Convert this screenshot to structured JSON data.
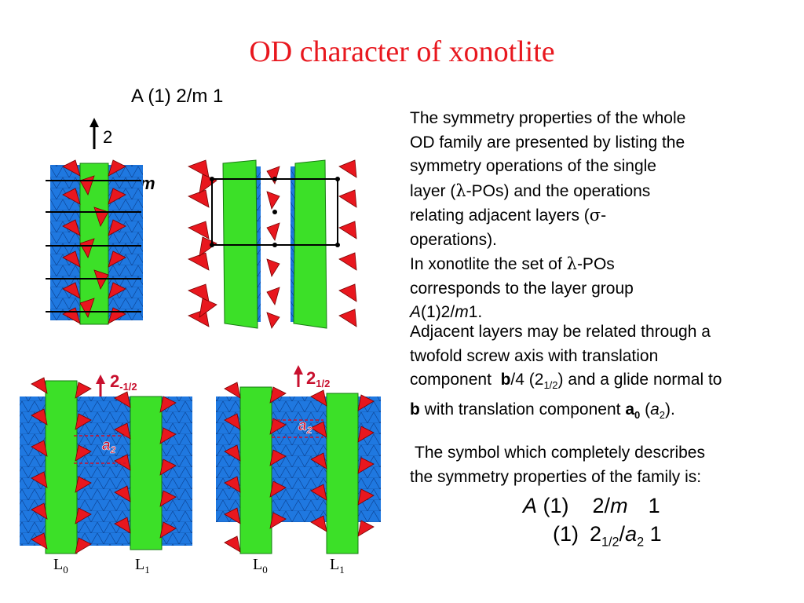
{
  "title": "OD character of xonotlite",
  "figure_top": {
    "group_label": "A (1) 2/m 1",
    "axis_label": "2",
    "mirror_label": "m"
  },
  "figure_bottom": {
    "left_screw": {
      "main": "2",
      "sub": "-1/2"
    },
    "right_screw": {
      "main": "2",
      "sub": "1/2"
    },
    "glide": {
      "main": "a",
      "sub": "2"
    },
    "layers": [
      {
        "main": "L",
        "sub": "0"
      },
      {
        "main": "L",
        "sub": "1"
      },
      {
        "main": "L",
        "sub": "0"
      },
      {
        "main": "L",
        "sub": "1"
      }
    ]
  },
  "text": {
    "p1": {
      "line1": "The symmetry properties of the whole",
      "line2": "OD family are presented by listing the",
      "line3": "symmetry operations of the single",
      "line4_a": "layer (",
      "lambda": "λ",
      "line4_b": "-POs) and the operations",
      "line5_a": "relating adjacent layers (",
      "sigma": "σ",
      "line5_b": "-",
      "line6": "operations).",
      "line7_a": "In xonotlite the set of ",
      "line7_b": "-POs",
      "line8": "corresponds to the layer group",
      "line9_a": "A",
      "line9_b": "(1)2/",
      "line9_c": "m",
      "line9_d": "1."
    },
    "p2": {
      "line1": "Adjacent layers may be related through a",
      "line2": "twofold screw axis with translation",
      "line3_a": "component  ",
      "line3_b": "b",
      "line3_c": "/4 (2",
      "line3_sub": "1/2",
      "line3_d": ") and a glide normal to",
      "line4_a": "b",
      "line4_b": " with translation component ",
      "line4_c": "a",
      "line4_sub": "0",
      "line4_d": " (",
      "line4_e": "a",
      "line4_sub2": "2",
      "line4_f": ")."
    },
    "p3": {
      "line1": "The symbol which completely describes",
      "line2": "the symmetry properties of the family is:"
    },
    "symbol": {
      "row1": {
        "A": "A",
        "one": "(1)",
        "two": "2/",
        "m": "m",
        "last": "1"
      },
      "row2": {
        "one": "(1)",
        "two": "2",
        "two_sub": "1/2",
        "slash": "/",
        "a": "a",
        "a_sub": "2",
        "last": "1"
      }
    }
  },
  "colors": {
    "title": "#e8171e",
    "tetra_red": "#e8171e",
    "octa_blue": "#1f78e0",
    "green": "#3ce028",
    "label_red": "#c8102e"
  }
}
